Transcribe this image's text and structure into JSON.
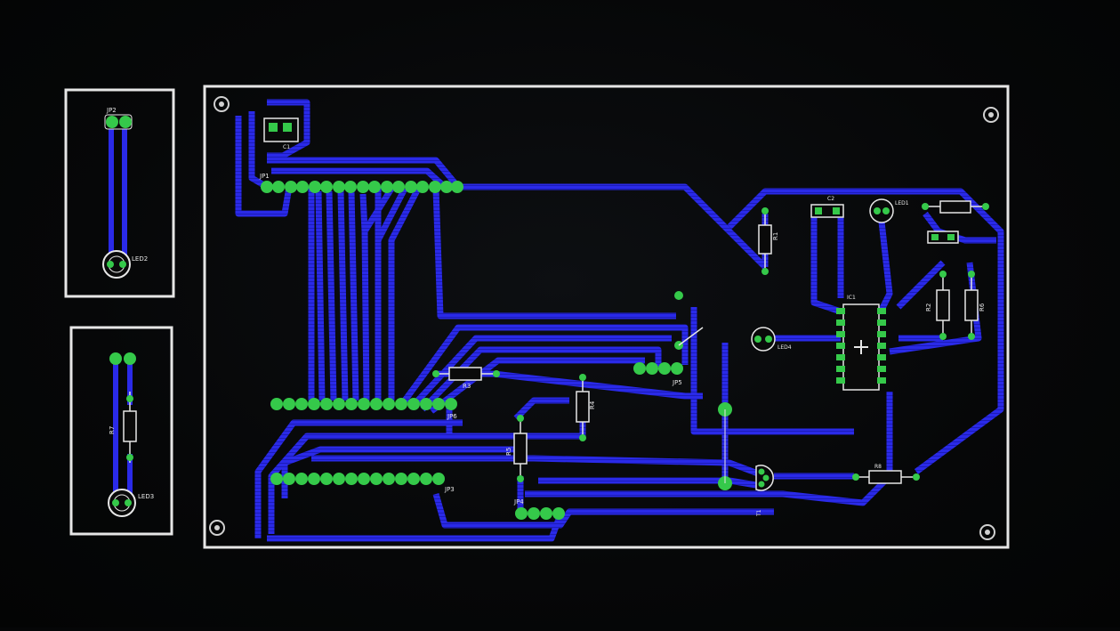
{
  "view": {
    "background": "#050607",
    "board_outline_color": "#e6e6e6",
    "trace_color": "#2a2ae8",
    "pad_color": "#35c94a",
    "silkscreen_color": "#f2f2f2",
    "hole_icon": "mounting-hole-icon"
  },
  "labels": {
    "sub_a_connector": "JP2",
    "sub_a_led": "LED2",
    "sub_b_led": "LED3",
    "sub_b_resistor": "R7",
    "main_connector": "JP1",
    "header_mid": "JP5",
    "header_left_mid": "JP6",
    "header_left_bottom": "JP3",
    "header_bottom": "JP4",
    "res_r3": "R3",
    "res_r4": "R4",
    "res_r5": "R5",
    "res_top": "R1",
    "res_right_a": "R2",
    "res_right_b": "R6",
    "res_bottom_right": "R8",
    "ic_u1": "IC1",
    "cap_c1": "C1",
    "cap_c2": "C2",
    "led_top": "LED1",
    "led_mid": "LED4",
    "transistor": "T1"
  }
}
